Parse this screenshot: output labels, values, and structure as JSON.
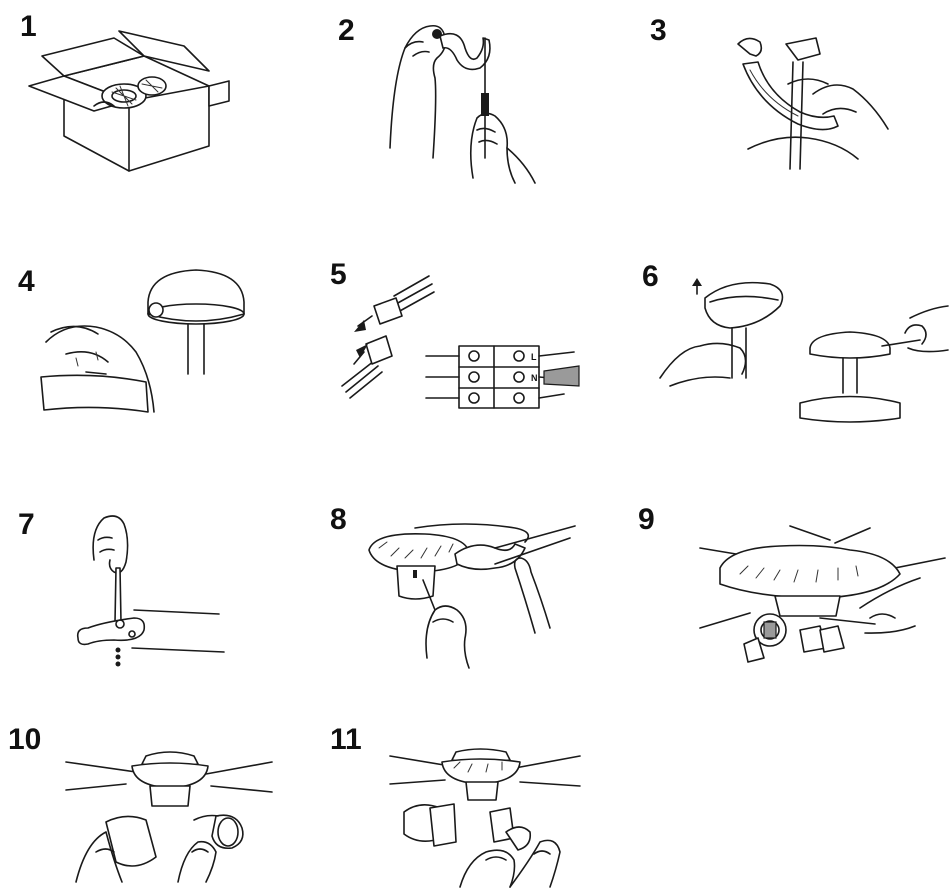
{
  "steps": [
    {
      "number": "1",
      "illustration": "open-box-with-parts"
    },
    {
      "number": "2",
      "illustration": "hands-assembling-bracket-with-screwdriver"
    },
    {
      "number": "3",
      "illustration": "hands-hanging-fan-on-hook"
    },
    {
      "number": "4",
      "illustration": "mounting-canopy-on-downrod"
    },
    {
      "number": "5",
      "illustration": "wire-connector-and-terminal-block"
    },
    {
      "number": "6",
      "illustration": "raising-canopy-and-tightening-screw"
    },
    {
      "number": "7",
      "illustration": "screwing-blade-to-blade-arm"
    },
    {
      "number": "8",
      "illustration": "attaching-blade-arm-to-motor"
    },
    {
      "number": "9",
      "illustration": "fitting-light-kit"
    },
    {
      "number": "10",
      "illustration": "installing-glass-shades"
    },
    {
      "number": "11",
      "illustration": "inserting-bulbs"
    }
  ],
  "terminal_labels": {
    "live": "L",
    "neutral": "N"
  }
}
